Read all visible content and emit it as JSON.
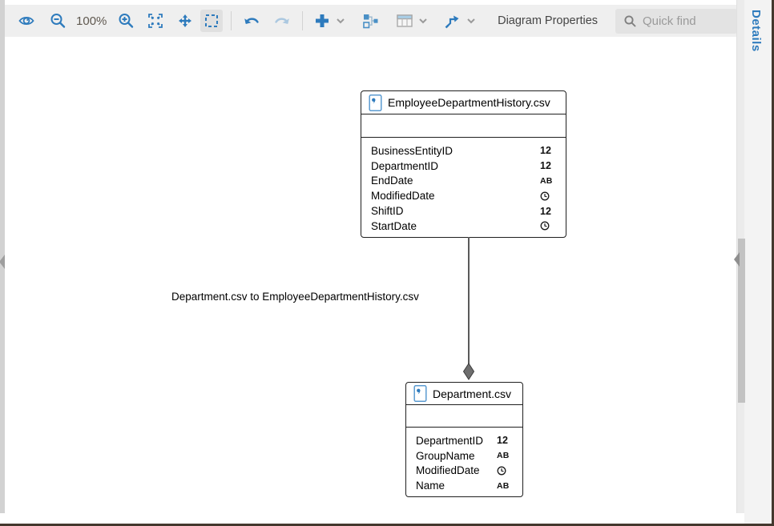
{
  "toolbar": {
    "zoom_level": "100%",
    "diagram_properties_label": "Diagram Properties",
    "quick_find_placeholder": "Quick find",
    "icons": [
      "eye-icon",
      "zoom-out-icon",
      "zoom-in-icon",
      "fit-screen-icon",
      "move-icon",
      "marquee-select-icon",
      "undo-icon",
      "redo-icon",
      "add-icon",
      "auto-layout-icon",
      "table-icon",
      "connector-style-icon",
      "search-icon"
    ],
    "active_tool": "marquee-select"
  },
  "details_tab": {
    "label": "Details"
  },
  "diagram": {
    "connector_label": "Department.csv to EmployeeDepartmentHistory.csv",
    "entities": [
      {
        "title": "EmployeeDepartmentHistory.csv",
        "fields": [
          {
            "name": "BusinessEntityID",
            "type": "numeric",
            "glyph": "12"
          },
          {
            "name": "DepartmentID",
            "type": "numeric",
            "glyph": "12"
          },
          {
            "name": "EndDate",
            "type": "string",
            "glyph": "AB"
          },
          {
            "name": "ModifiedDate",
            "type": "datetime",
            "glyph": "clock-icon"
          },
          {
            "name": "ShiftID",
            "type": "numeric",
            "glyph": "12"
          },
          {
            "name": "StartDate",
            "type": "datetime",
            "glyph": "clock-icon"
          }
        ]
      },
      {
        "title": "Department.csv",
        "fields": [
          {
            "name": "DepartmentID",
            "type": "numeric",
            "glyph": "12"
          },
          {
            "name": "GroupName",
            "type": "string",
            "glyph": "AB"
          },
          {
            "name": "ModifiedDate",
            "type": "datetime",
            "glyph": "clock-icon"
          },
          {
            "name": "Name",
            "type": "string",
            "glyph": "AB"
          }
        ]
      }
    ]
  },
  "colors": {
    "accent_blue": "#2e7bbd",
    "toolbar_bg": "#efefef",
    "entity_border": "#1f1f1f",
    "connector": "#5a5a5a",
    "details_text": "#2e7bbd"
  }
}
